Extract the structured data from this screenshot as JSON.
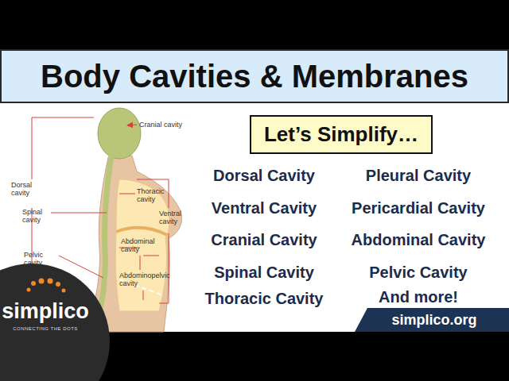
{
  "diagram": {
    "title": "Body Cavities & Membranes",
    "nodes": [
      {
        "text": [
          "Let’s Simplify…"
        ]
      }
    ],
    "labels": [
      "Cranial cavity",
      "Dorsal cavity",
      "Thoracic cavity",
      "Spinal cavity",
      "Ventral cavity",
      "Abdominal cavity",
      "Pelvic cavity",
      "Abdominopelvic cavity",
      "Dorsal Cavity",
      "Pleural Cavity",
      "Ventral Cavity",
      "Pericardial Cavity",
      "Cranial Cavity",
      "Abdominal Cavity",
      "Spinal Cavity",
      "Pelvic Cavity",
      "Thoracic Cavity",
      "And more!",
      "simplico",
      "CONNECTING THE DOTS",
      "simplico.org"
    ]
  }
}
